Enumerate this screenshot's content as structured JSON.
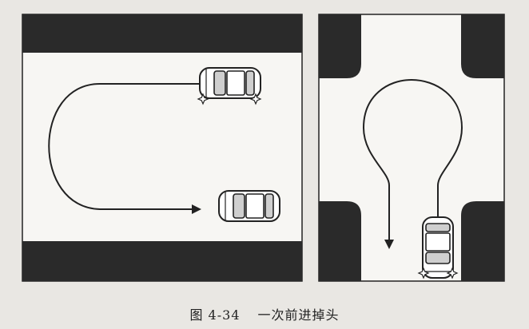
{
  "figure": {
    "number": "图 4-34",
    "title": "一次前进掉头"
  },
  "panels": [
    {
      "name": "left-panel",
      "description": ""
    },
    {
      "name": "right-panel",
      "description": ""
    }
  ],
  "colors": {
    "paper": "#e9e7e3",
    "road": "#f7f6f3",
    "block": "#2a2a2a",
    "ink": "#222222",
    "car_body": "#ffffff",
    "car_glass": "#cfcfcf"
  },
  "icons": [
    "car-icon",
    "wheel-star-icon",
    "arrow-head-icon"
  ]
}
